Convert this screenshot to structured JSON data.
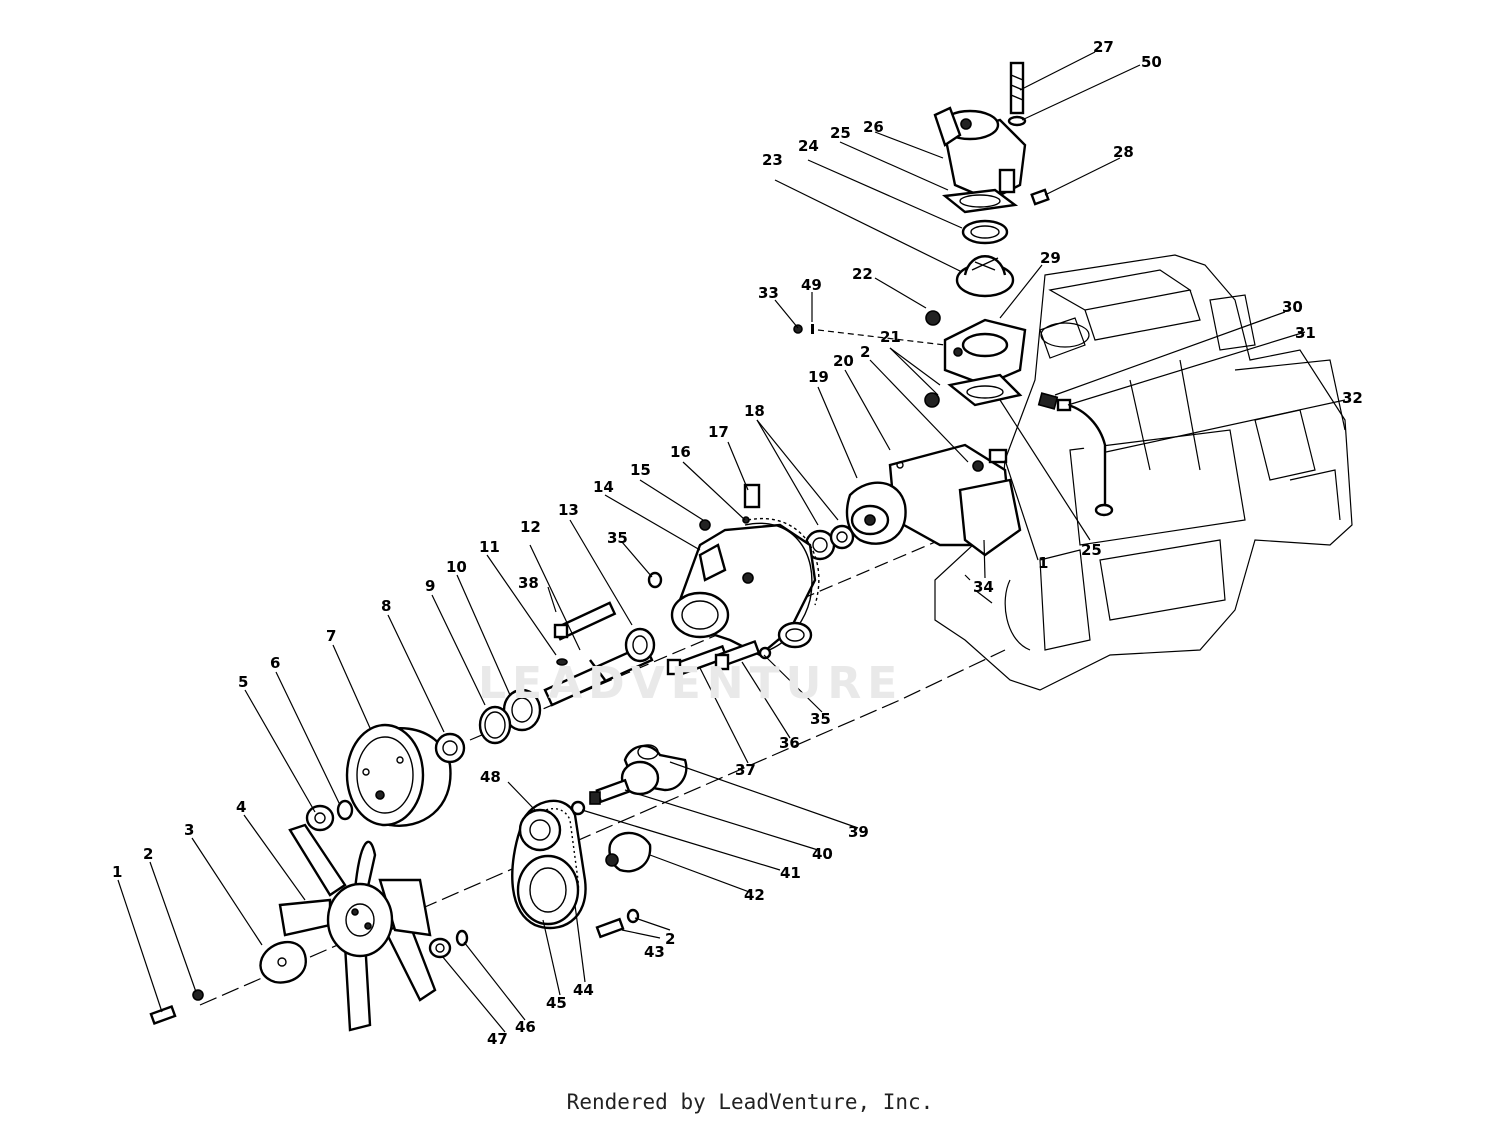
{
  "watermark": "LEADVENTURE",
  "caption": "Rendered by LeadVenture, Inc.",
  "callouts": [
    "1",
    "2",
    "3",
    "4",
    "5",
    "6",
    "7",
    "8",
    "9",
    "10",
    "11",
    "12",
    "13",
    "14",
    "15",
    "16",
    "17",
    "18",
    "19",
    "20",
    "21",
    "2",
    "22",
    "23",
    "24",
    "25",
    "26",
    "27",
    "28",
    "29",
    "30",
    "31",
    "32",
    "33",
    "49",
    "50",
    "25",
    "1",
    "34",
    "35",
    "35",
    "36",
    "37",
    "38",
    "39",
    "40",
    "41",
    "42",
    "43",
    "2",
    "44",
    "45",
    "46",
    "47",
    "48"
  ]
}
